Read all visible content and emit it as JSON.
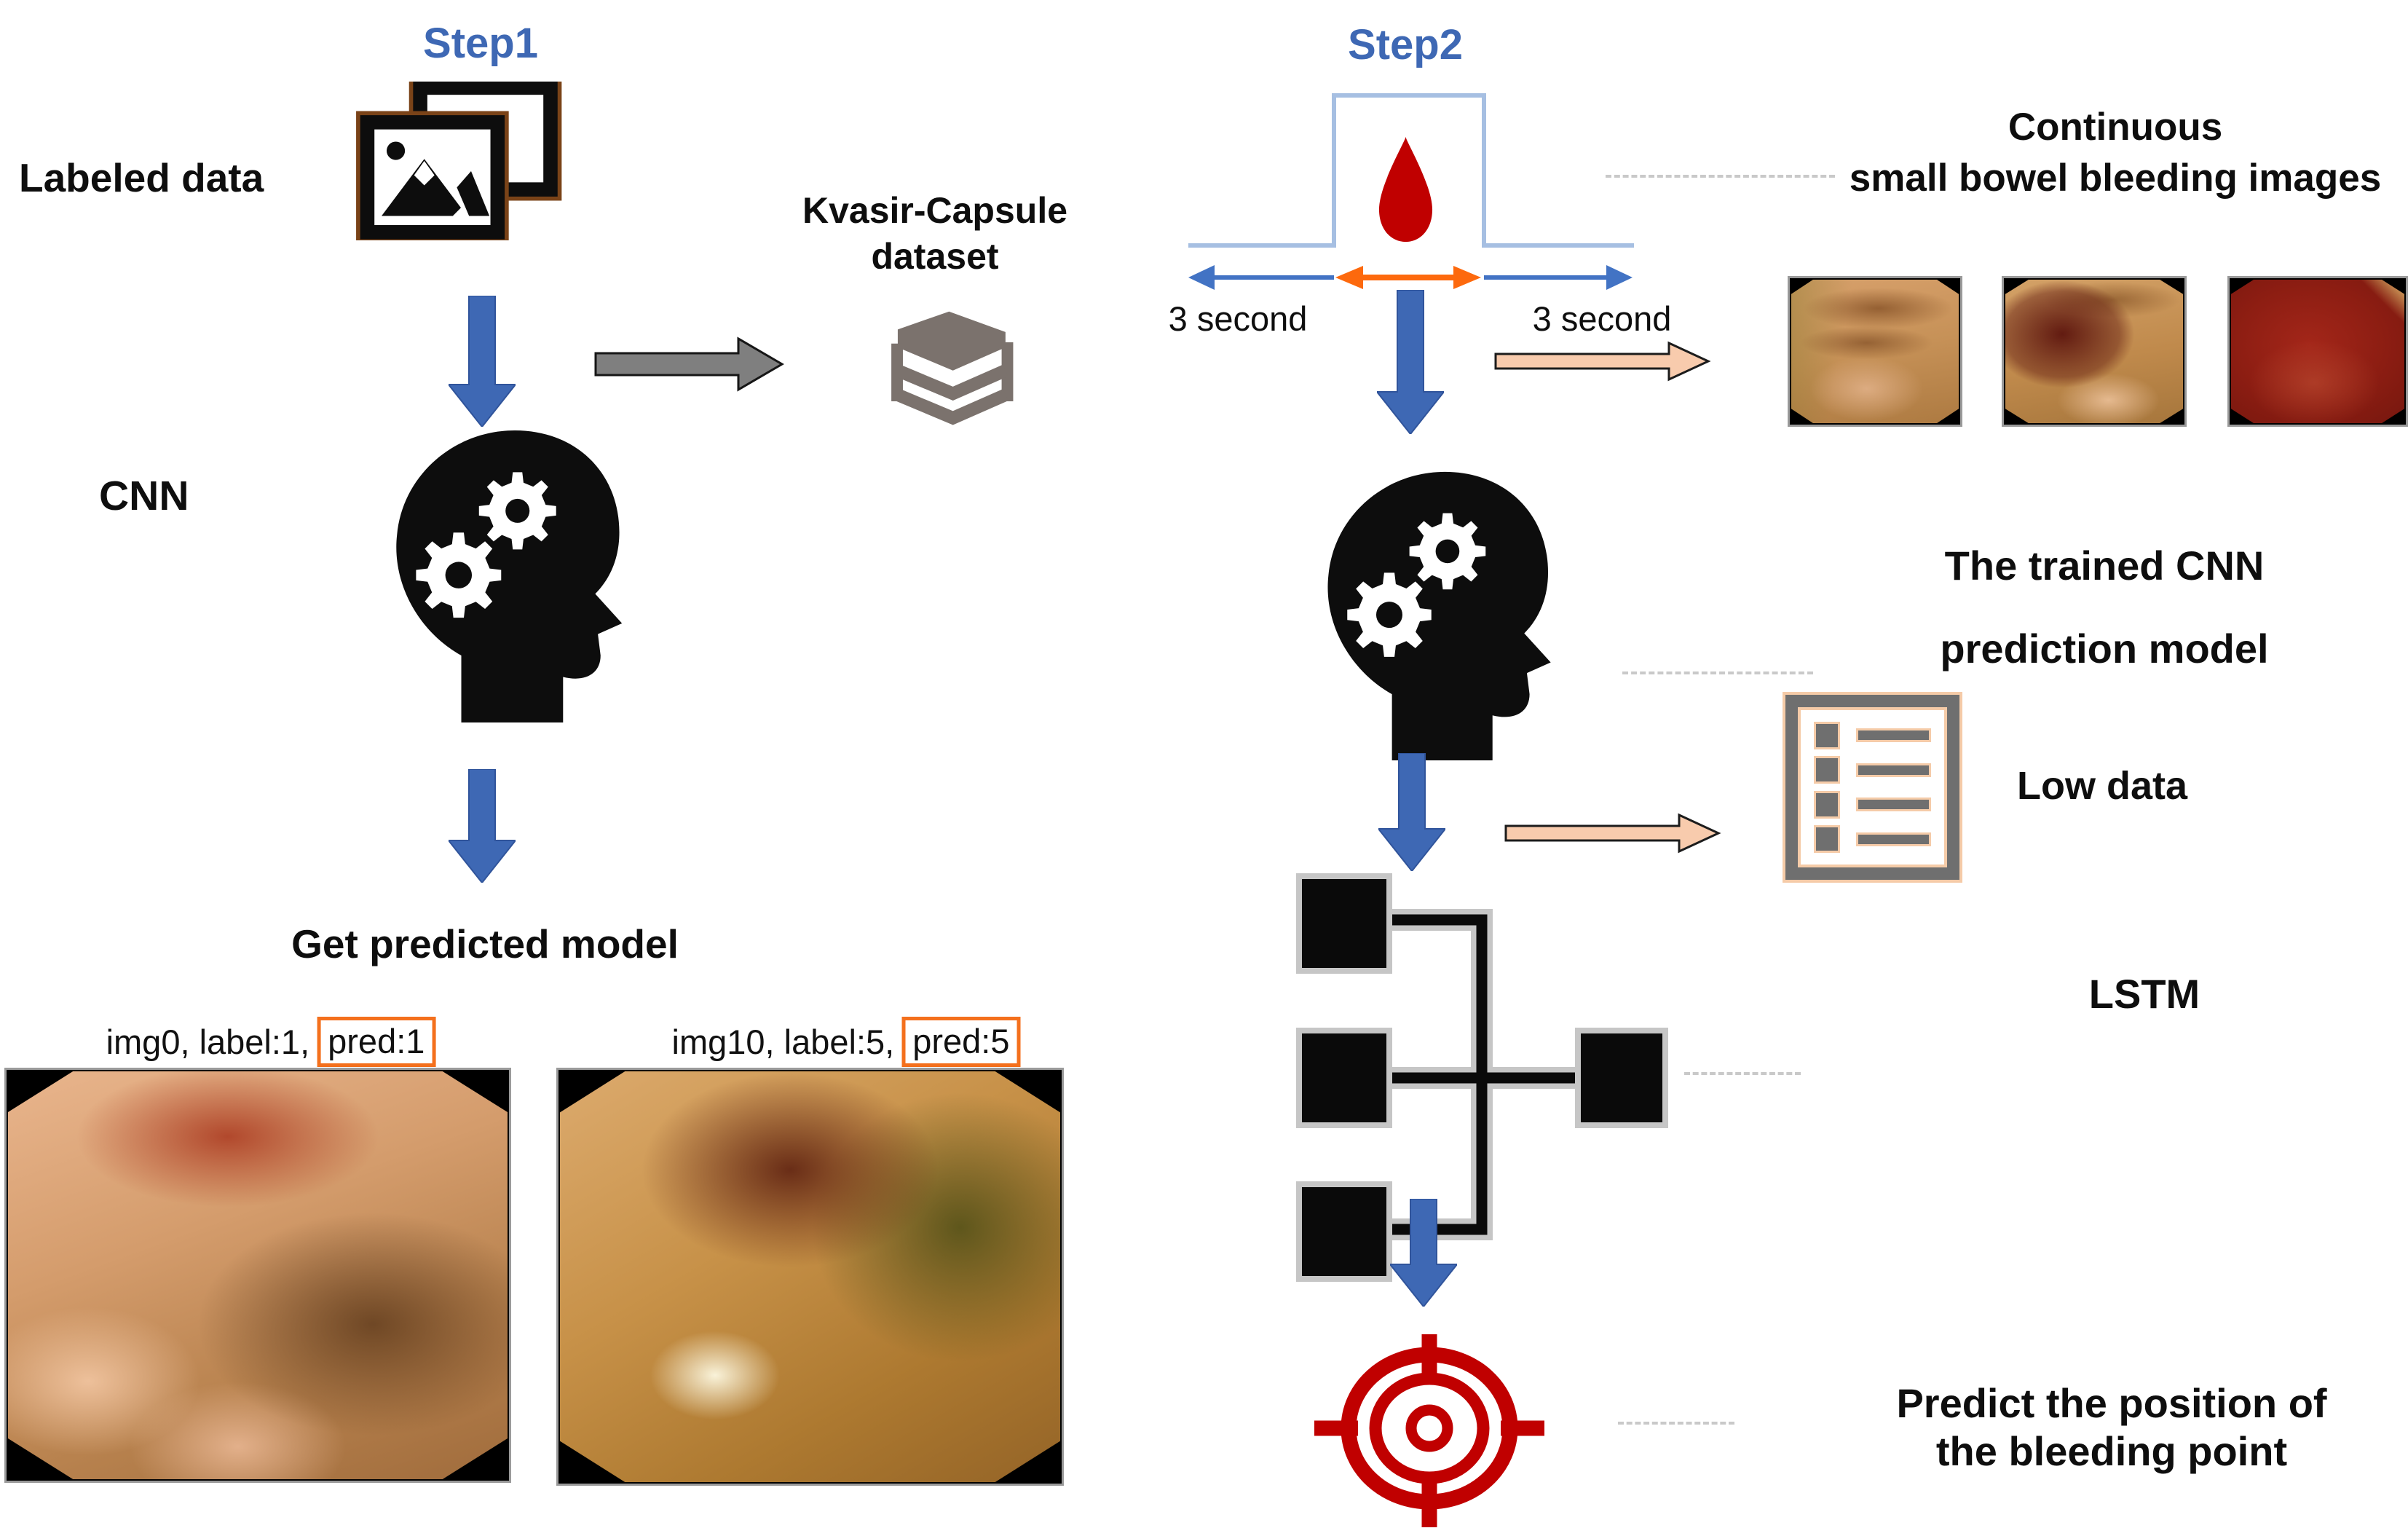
{
  "step1": {
    "title": "Step1",
    "labeled_data": "Labeled data",
    "dataset_line1": "Kvasir-Capsule",
    "dataset_line2": "dataset",
    "cnn": "CNN",
    "get_predicted_model": "Get predicted model",
    "caption1_prefix": "img0, label:1,",
    "caption1_pred": "pred:1",
    "caption2_prefix": "img10, label:5,",
    "caption2_pred": "pred:5"
  },
  "step2": {
    "title": "Step2",
    "window_left": "3 second",
    "window_right": "3 second",
    "continuous_line1": "Continuous",
    "continuous_line2": "small bowel bleeding images",
    "trained_line1": "The trained CNN",
    "trained_line2": "prediction model",
    "low_data": "Low data",
    "lstm": "LSTM",
    "predict_line1": "Predict the position of",
    "predict_line2": "the bleeding point"
  },
  "colors": {
    "step_title_blue": "#3e68b4",
    "arrow_blue": "#3e68b4",
    "arrow_gray": "#7f7f7f",
    "arrow_peach": "#f8cbad",
    "pulse_blue": "#a6bfe2",
    "blood_red": "#c00000",
    "target_red": "#c00000",
    "orange_accent": "#f4701d",
    "books_gray": "#7b726d",
    "icon_black": "#0d0d0d"
  }
}
